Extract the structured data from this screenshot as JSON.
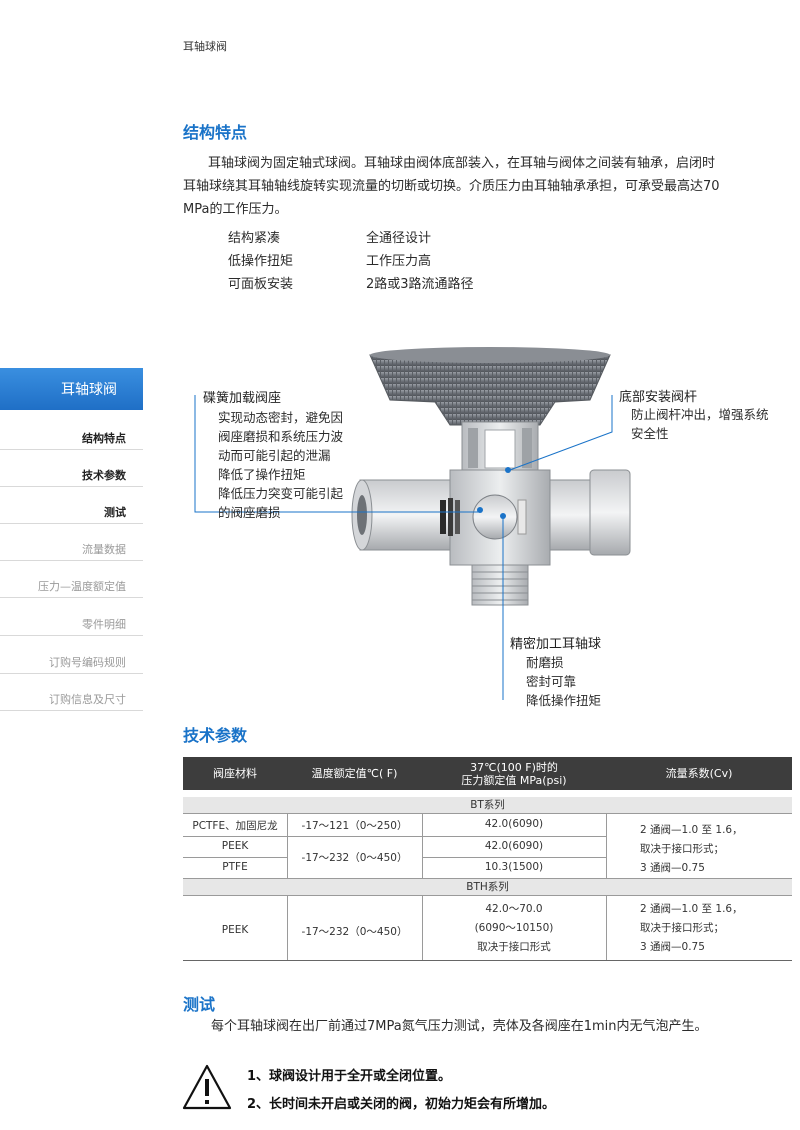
{
  "header": {
    "label": "耳轴球阀"
  },
  "structure": {
    "title": "结构特点",
    "paragraph_lines": [
      "耳轴球阀为固定轴式球阀。耳轴球由阀体底部装入，在耳轴与阀体之间装有轴承，启闭时",
      "耳轴球绕其耳轴轴线旋转实现流量的切断或切换。介质压力由耳轴轴承承担，可承受最高达70",
      "MPa的工作压力。"
    ],
    "features": [
      {
        "left": "结构紧凑",
        "right": "全通径设计"
      },
      {
        "left": "低操作扭矩",
        "right": "工作压力高"
      },
      {
        "left": "可面板安装",
        "right": "2路或3路流通路径"
      }
    ]
  },
  "sidebar": {
    "active": "耳轴球阀",
    "items": [
      {
        "label": "结构特点",
        "state": "on"
      },
      {
        "label": "技术参数",
        "state": "on"
      },
      {
        "label": "测试",
        "state": "on"
      },
      {
        "label": "流量数据",
        "state": "off"
      },
      {
        "label": "压力—温度额定值",
        "state": "off"
      },
      {
        "label": "零件明细",
        "state": "off"
      },
      {
        "label": "订购号编码规则",
        "state": "off"
      },
      {
        "label": "订购信息及尺寸",
        "state": "off"
      }
    ]
  },
  "callouts": {
    "left": {
      "title": "碟簧加载阀座",
      "lines": [
        "实现动态密封，避免因",
        "阀座磨损和系统压力波",
        "动而可能引起的泄漏",
        "降低了操作扭矩",
        "降低压力突变可能引起",
        "的阀座磨损"
      ]
    },
    "right": {
      "title": "底部安装阀杆",
      "lines": [
        "防止阀杆冲出，增强系统",
        "安全性"
      ]
    },
    "bottom": {
      "title": "精密加工耳轴球",
      "lines": [
        "耐磨损",
        "密封可靠",
        "降低操作扭矩"
      ]
    }
  },
  "tech": {
    "title": "技术参数",
    "headers": [
      "阀座材料",
      "温度额定值℃(  F)",
      "37℃(100  F)时的",
      "压力额定值 MPa(psi)",
      "流量系数(Cv)"
    ],
    "bt_series": "BT系列",
    "bt_materials": [
      "PCTFE、加固尼龙",
      "PEEK",
      "PTFE"
    ],
    "bt_temps": [
      "-17～121（0～250）",
      "-17～232（0～450）"
    ],
    "bt_pressures": [
      "42.0(6090)",
      "42.0(6090)",
      "10.3(1500)"
    ],
    "bt_cv": [
      "2 通阀—1.0 至 1.6，",
      "取决于接口形式；",
      "3 通阀—0.75"
    ],
    "bth_series": "BTH系列",
    "bth_material": "PEEK",
    "bth_temp": "-17～232（0～450）",
    "bth_pressure": [
      "42.0～70.0",
      "(6090～10150)",
      "取决于接口形式"
    ],
    "bth_cv": [
      "2 通阀—1.0 至 1.6，",
      "取决于接口形式；",
      "3 通阀—0.75"
    ]
  },
  "testing": {
    "title": "测试",
    "text": "每个耳轴球阀在出厂前通过7MPa氮气压力测试，壳体及各阀座在1min内无气泡产生。"
  },
  "warnings": [
    "1、球阀设计用于全开或全闭位置。",
    "2、长时间未开启或关闭的阀，初始力矩会有所增加。"
  ],
  "colors": {
    "accent": "#1a73c8",
    "table_header": "#3d3d3d",
    "callout_line": "#1a73c8"
  }
}
